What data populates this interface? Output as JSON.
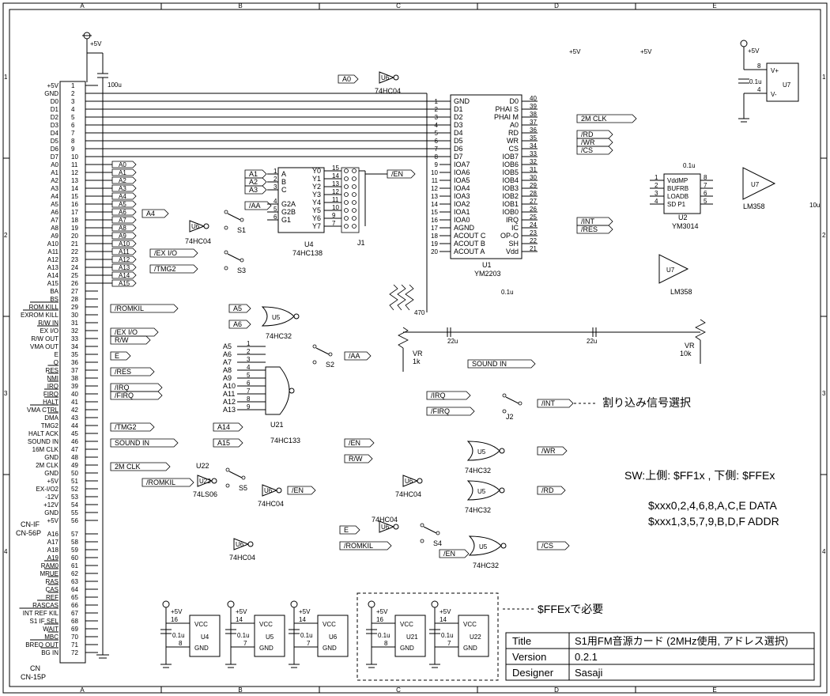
{
  "frame": {
    "cols": [
      "A",
      "B",
      "C",
      "D",
      "E"
    ],
    "rows": [
      "1",
      "2",
      "3",
      "4"
    ]
  },
  "connector": {
    "name1": "CN-IF",
    "name2": "CN-56P",
    "name3": "CN",
    "name4": "CN-15P",
    "pins": [
      {
        "n": "1",
        "s": "+5V"
      },
      {
        "n": "2",
        "s": "GND"
      },
      {
        "n": "3",
        "s": "D0"
      },
      {
        "n": "4",
        "s": "D1"
      },
      {
        "n": "5",
        "s": "D2"
      },
      {
        "n": "6",
        "s": "D3"
      },
      {
        "n": "7",
        "s": "D4"
      },
      {
        "n": "8",
        "s": "D5"
      },
      {
        "n": "9",
        "s": "D6"
      },
      {
        "n": "10",
        "s": "D7"
      },
      {
        "n": "11",
        "s": "A0"
      },
      {
        "n": "12",
        "s": "A1"
      },
      {
        "n": "13",
        "s": "A2"
      },
      {
        "n": "14",
        "s": "A3"
      },
      {
        "n": "15",
        "s": "A4"
      },
      {
        "n": "16",
        "s": "A5"
      },
      {
        "n": "17",
        "s": "A6"
      },
      {
        "n": "18",
        "s": "A7"
      },
      {
        "n": "19",
        "s": "A8"
      },
      {
        "n": "20",
        "s": "A9"
      },
      {
        "n": "21",
        "s": "A10"
      },
      {
        "n": "22",
        "s": "A11"
      },
      {
        "n": "23",
        "s": "A12"
      },
      {
        "n": "24",
        "s": "A13"
      },
      {
        "n": "25",
        "s": "A14"
      },
      {
        "n": "26",
        "s": "A15"
      },
      {
        "n": "27",
        "s": "BA"
      },
      {
        "n": "28",
        "s": "BS"
      },
      {
        "n": "29",
        "s": "ROM KILL"
      },
      {
        "n": "30",
        "s": "EXROM KILL"
      },
      {
        "n": "31",
        "s": "R/W IN"
      },
      {
        "n": "32",
        "s": "EX I/O"
      },
      {
        "n": "33",
        "s": "R/W OUT"
      },
      {
        "n": "34",
        "s": "VMA OUT"
      },
      {
        "n": "35",
        "s": "E"
      },
      {
        "n": "36",
        "s": "Q"
      },
      {
        "n": "37",
        "s": "RES"
      },
      {
        "n": "38",
        "s": "NMI"
      },
      {
        "n": "39",
        "s": "IRQ"
      },
      {
        "n": "40",
        "s": "FIRQ"
      },
      {
        "n": "41",
        "s": "HALT"
      },
      {
        "n": "42",
        "s": "VMA CTRL"
      },
      {
        "n": "43",
        "s": "DMA"
      },
      {
        "n": "44",
        "s": "TMG2"
      },
      {
        "n": "45",
        "s": "HALT ACK"
      },
      {
        "n": "46",
        "s": "SOUND IN"
      },
      {
        "n": "47",
        "s": "16M CLK"
      },
      {
        "n": "48",
        "s": "GND"
      },
      {
        "n": "49",
        "s": "2M CLK"
      },
      {
        "n": "50",
        "s": "GND"
      },
      {
        "n": "51",
        "s": "+5V"
      },
      {
        "n": "52",
        "s": "EX-I/O2"
      },
      {
        "n": "53",
        "s": "-12V"
      },
      {
        "n": "54",
        "s": "+12V"
      },
      {
        "n": "55",
        "s": "GND"
      },
      {
        "n": "56",
        "s": "+5V"
      },
      {
        "n": "57",
        "s": "A16"
      },
      {
        "n": "58",
        "s": "A17"
      },
      {
        "n": "59",
        "s": "A18"
      },
      {
        "n": "60",
        "s": "A19"
      },
      {
        "n": "61",
        "s": "RAM0"
      },
      {
        "n": "62",
        "s": "MRUE"
      },
      {
        "n": "63",
        "s": "RAS"
      },
      {
        "n": "64",
        "s": "CAS"
      },
      {
        "n": "65",
        "s": "REF"
      },
      {
        "n": "66",
        "s": "RASCAS"
      },
      {
        "n": "67",
        "s": "INT REF KIL"
      },
      {
        "n": "68",
        "s": "S1 IF SEL"
      },
      {
        "n": "69",
        "s": "WAIT"
      },
      {
        "n": "70",
        "s": "MBC"
      },
      {
        "n": "71",
        "s": "BREQ OUT"
      },
      {
        "n": "72",
        "s": "BG IN"
      }
    ]
  },
  "bus_labels": [
    "A0",
    "A1",
    "A2",
    "A3",
    "A4",
    "A5",
    "A6",
    "A7",
    "A8",
    "A9",
    "A10",
    "A11",
    "A12",
    "A13",
    "A14",
    "A15"
  ],
  "nets": {
    "romkil": "/ROMKIL",
    "exio": "/EX I/O",
    "rw": "R/W",
    "e": "E",
    "res": "/RES",
    "irq": "/IRQ",
    "firq": "/FIRQ",
    "tmg2": "/TMG2",
    "sound_in": "SOUND IN",
    "clk2m": "2M CLK",
    "rd": "/RD",
    "wr": "/WR",
    "cs": "/CS",
    "int": "/INT",
    "en": "/EN",
    "aa": "/AA",
    "a0": "A0",
    "a4": "A4",
    "a5": "A5",
    "a6": "A6",
    "a7": "A7",
    "a8": "A8",
    "a9": "A9",
    "a10": "A10",
    "a11": "A11",
    "a12": "A12",
    "a13": "A13",
    "a14": "A14",
    "a15": "A15",
    "a1": "A1",
    "a2": "A2",
    "a3": "A3"
  },
  "power": {
    "p5v": "+5V",
    "cap100u": "100u",
    "cap01u": "0.1u",
    "cap10u": "10u",
    "cap22u": "22u"
  },
  "u1": {
    "ref": "U1",
    "part": "YM2203",
    "left": [
      {
        "n": "1",
        "s": "GND"
      },
      {
        "n": "2",
        "s": "D1"
      },
      {
        "n": "3",
        "s": "D2"
      },
      {
        "n": "4",
        "s": "D3"
      },
      {
        "n": "5",
        "s": "D4"
      },
      {
        "n": "6",
        "s": "D5"
      },
      {
        "n": "7",
        "s": "D6"
      },
      {
        "n": "8",
        "s": "D7"
      },
      {
        "n": "9",
        "s": "IOA7"
      },
      {
        "n": "10",
        "s": "IOA6"
      },
      {
        "n": "11",
        "s": "IOA5"
      },
      {
        "n": "12",
        "s": "IOA4"
      },
      {
        "n": "13",
        "s": "IOA3"
      },
      {
        "n": "14",
        "s": "IOA2"
      },
      {
        "n": "15",
        "s": "IOA1"
      },
      {
        "n": "16",
        "s": "IOA0"
      },
      {
        "n": "17",
        "s": "AGND"
      },
      {
        "n": "18",
        "s": "ACOUT C"
      },
      {
        "n": "19",
        "s": "ACOUT B"
      },
      {
        "n": "20",
        "s": "ACOUT A"
      }
    ],
    "right": [
      {
        "n": "40",
        "s": "D0"
      },
      {
        "n": "39",
        "s": "PHAI S"
      },
      {
        "n": "38",
        "s": "PHAI M"
      },
      {
        "n": "37",
        "s": "A0"
      },
      {
        "n": "36",
        "s": "RD"
      },
      {
        "n": "35",
        "s": "WR"
      },
      {
        "n": "34",
        "s": "CS"
      },
      {
        "n": "33",
        "s": "IOB7"
      },
      {
        "n": "32",
        "s": "IOB6"
      },
      {
        "n": "31",
        "s": "IOB5"
      },
      {
        "n": "30",
        "s": "IOB4"
      },
      {
        "n": "29",
        "s": "IOB3"
      },
      {
        "n": "28",
        "s": "IOB2"
      },
      {
        "n": "27",
        "s": "IOB1"
      },
      {
        "n": "26",
        "s": "IOB0"
      },
      {
        "n": "25",
        "s": "IRQ"
      },
      {
        "n": "24",
        "s": "IC"
      },
      {
        "n": "23",
        "s": "OP-O"
      },
      {
        "n": "22",
        "s": "SH"
      },
      {
        "n": "21",
        "s": "Vdd"
      }
    ]
  },
  "u2": {
    "ref": "U2",
    "part": "YM3014",
    "pins": [
      "VddMP",
      "BUFRB",
      "LOADB",
      "SD P1"
    ],
    "lnum": [
      "1",
      "2",
      "3",
      "4"
    ],
    "rnum": [
      "8",
      "7",
      "6",
      "5"
    ]
  },
  "u4": {
    "ref": "U4",
    "part": "74HC138",
    "in": [
      "A",
      "B",
      "C",
      "G2A",
      "G2B",
      "G1"
    ],
    "innum": [
      "1",
      "2",
      "3",
      "4",
      "5",
      "6"
    ],
    "out": [
      "Y0",
      "Y1",
      "Y2",
      "Y3",
      "Y4",
      "Y5",
      "Y6",
      "Y7"
    ],
    "outnum": [
      "15",
      "14",
      "13",
      "12",
      "11",
      "10",
      "9",
      "7"
    ]
  },
  "u7": {
    "ref": "U7",
    "part": "LM358",
    "vp": "V+",
    "vm": "V-"
  },
  "u5": {
    "ref": "U5",
    "part": "74HC32"
  },
  "u6": {
    "ref": "U6",
    "part": "74HC04"
  },
  "u21": {
    "ref": "U21",
    "part": "74HC133"
  },
  "u22": {
    "ref": "U22",
    "part": "74LS06"
  },
  "j1": "J1",
  "j2": "J2",
  "s": {
    "s1": "S1",
    "s2": "S2",
    "s3": "S3",
    "s4": "S4",
    "s5": "S5"
  },
  "vr1": {
    "ref": "VR",
    "val": "1k"
  },
  "vr2": {
    "ref": "VR",
    "val": "10k"
  },
  "r470": "470",
  "notes": {
    "int_sel": "割り込み信号選択",
    "sw": "SW:上側: $FF1x , 下側: $FFEx",
    "data": "$xxx0,2,4,6,8,A,C,E DATA",
    "addr": "$xxx1,3,5,7,9,B,D,F ADDR",
    "ffex": "$FFExで必要"
  },
  "power_chips": [
    {
      "ref": "U4",
      "pvcc": "16",
      "pgnd": "8"
    },
    {
      "ref": "U5",
      "pvcc": "14",
      "pgnd": "7"
    },
    {
      "ref": "U6",
      "pvcc": "14",
      "pgnd": "7"
    },
    {
      "ref": "U21",
      "pvcc": "16",
      "pgnd": "8"
    },
    {
      "ref": "U22",
      "pvcc": "14",
      "pgnd": "7"
    }
  ],
  "vcc": "VCC",
  "gnd": "GND",
  "titleblock": {
    "k_title": "Title",
    "v_title": "S1用FM音源カード (2MHz使用, アドレス選択)",
    "k_version": "Version",
    "v_version": "0.2.1",
    "k_designer": "Designer",
    "v_designer": "Sasaji"
  }
}
